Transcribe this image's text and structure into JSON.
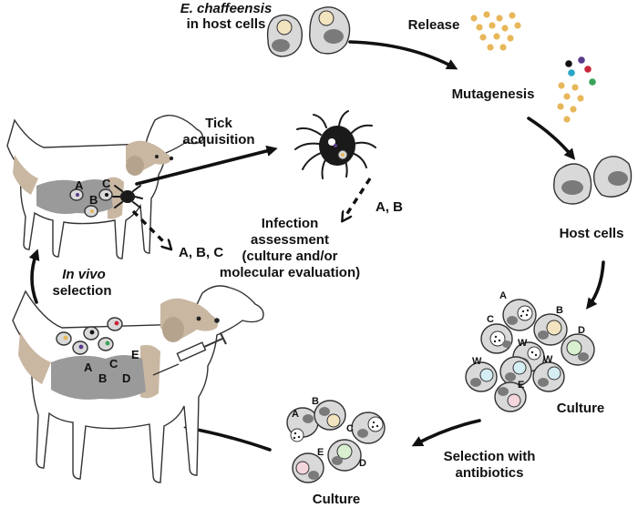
{
  "labels": {
    "top_title_italic": "E. chaffeensis",
    "top_title_rest": "in host cells",
    "release": "Release",
    "mutagenesis": "Mutagenesis",
    "host_cells": "Host cells",
    "culture_right": "Culture",
    "selection_line1": "Selection with",
    "selection_line2": "antibiotics",
    "culture_bottom": "Culture",
    "invivo_italic": "In vivo",
    "invivo_rest": "selection",
    "tick_line1": "Tick",
    "tick_line2": "acquisition",
    "infection_line1": "Infection",
    "infection_line2": "assessment",
    "infection_line3": "(culture and/or",
    "infection_line4": "molecular evaluation)",
    "ab_label": "A, B",
    "abc_label": "A, B, C"
  },
  "cell_letters": {
    "right_culture": [
      "A",
      "B",
      "C",
      "D",
      "W",
      "W",
      "W",
      "E"
    ],
    "bottom_culture": [
      "A",
      "B",
      "C",
      "D",
      "E"
    ],
    "dog_top": [
      "A",
      "B",
      "C"
    ],
    "dog_bottom": [
      "A",
      "B",
      "C",
      "D",
      "E"
    ]
  },
  "colors": {
    "arrow": "#111111",
    "bacteria_gold": "#e8b75a",
    "mutant_black": "#111111",
    "mutant_purple": "#5a3a8a",
    "mutant_cyan": "#2aa7c9",
    "mutant_red": "#c8283c",
    "mutant_green": "#3aa35a",
    "dog_beige": "#c9b7a2",
    "dog_gray": "#9a9a9a"
  }
}
